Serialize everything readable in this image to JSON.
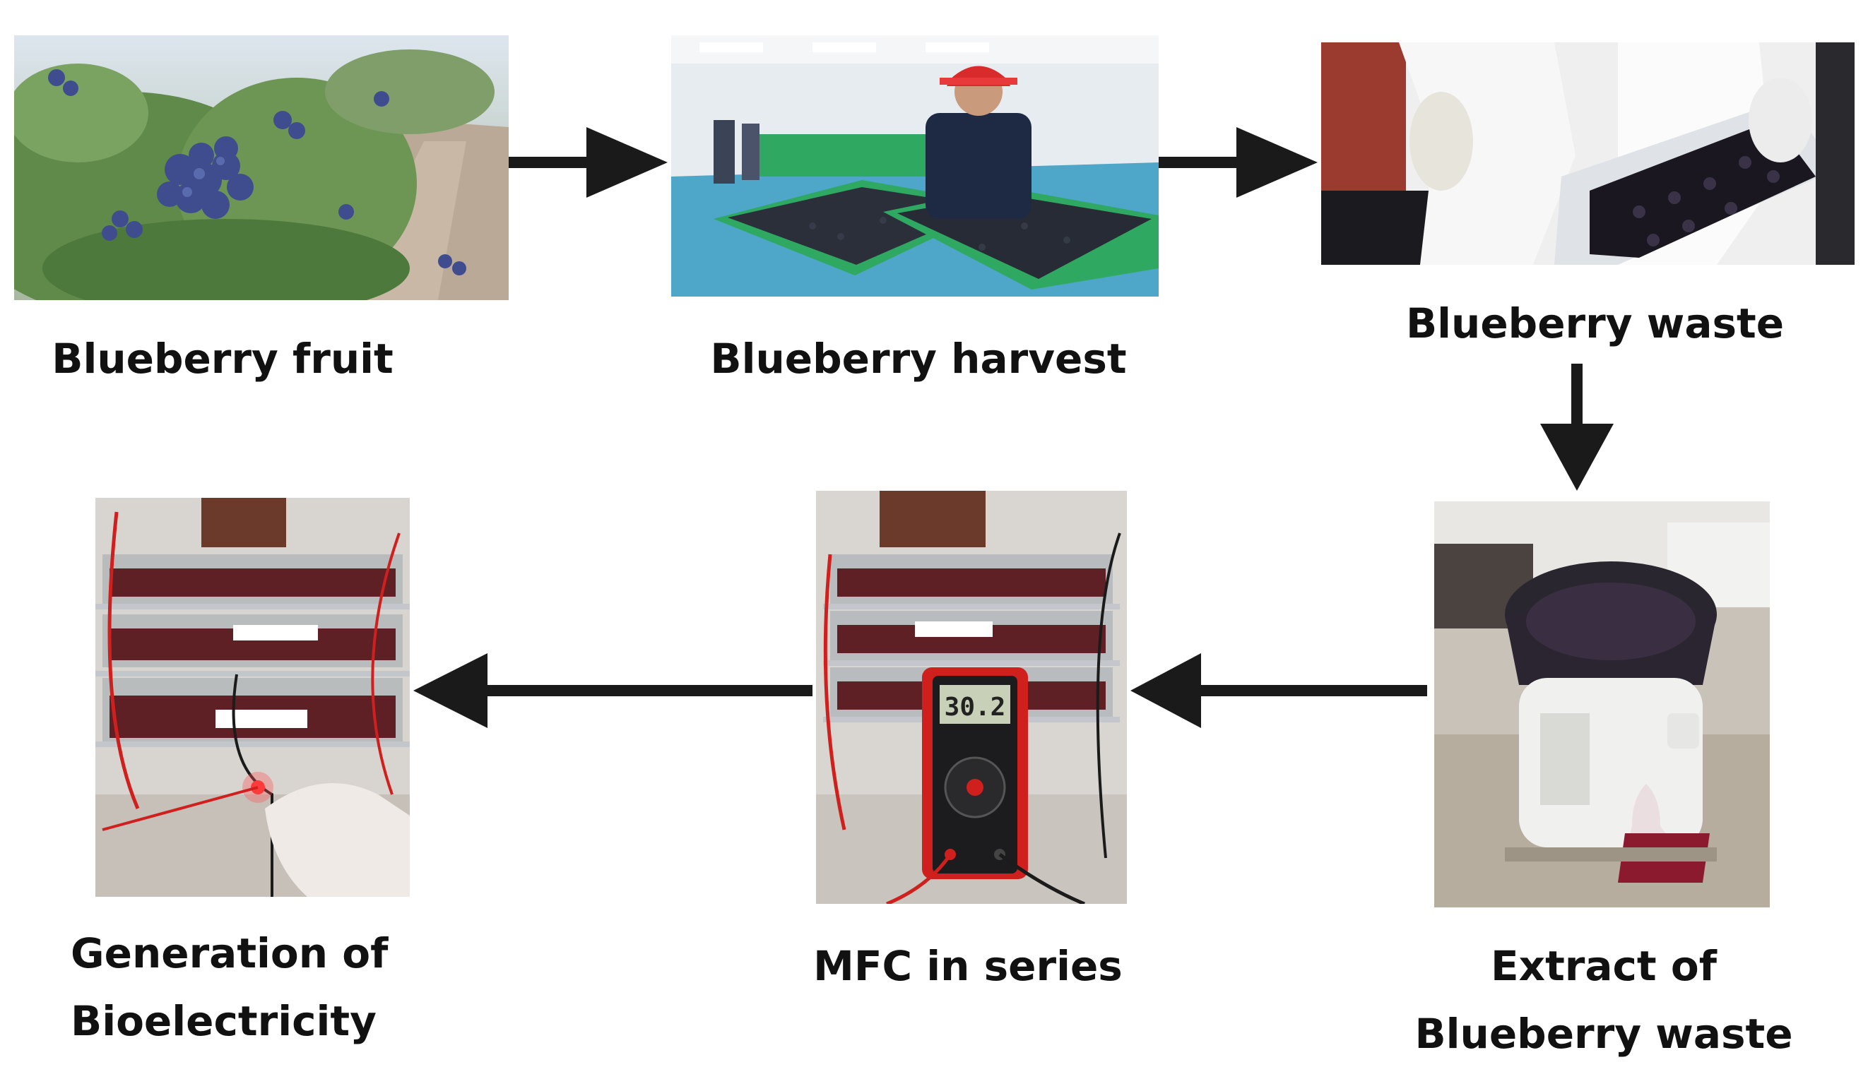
{
  "steps": {
    "fruit": {
      "label": "Blueberry fruit"
    },
    "harvest": {
      "label": "Blueberry harvest"
    },
    "waste": {
      "label": "Blueberry waste"
    },
    "extract": {
      "line1": "Extract of",
      "line2": "Blueberry waste"
    },
    "mfc": {
      "label": "MFC in series"
    },
    "generation": {
      "line1": "Generation of",
      "line2": "Bioelectricity"
    }
  },
  "multimeter": {
    "reading": "30.2"
  },
  "colors": {
    "arrow": "#1a1a1a",
    "blueberry": "#3f4d8f",
    "leaf": "#5f8a4a",
    "crate": "#2fa862",
    "wire": "#d0201e",
    "juice": "#8b1a2e"
  }
}
